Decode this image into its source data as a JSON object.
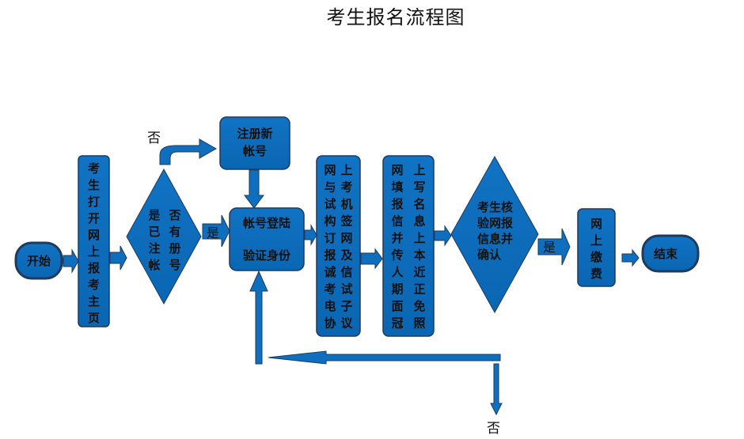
{
  "title": "考生报名流程图",
  "colors": {
    "fill": "#0D6FBE",
    "stroke": "#1F3A5C",
    "text": "#111111"
  },
  "nodes": {
    "start": {
      "label": "开始"
    },
    "homepage": {
      "chars": [
        "考",
        "生",
        "打",
        "开",
        "网",
        "上",
        "报",
        "考",
        "主",
        "页"
      ]
    },
    "check_registered": {
      "col_left": [
        "是",
        "已",
        "注",
        "帐"
      ],
      "col_right": [
        "否",
        "有",
        "册",
        "号"
      ]
    },
    "register": {
      "line1": "注册新",
      "line2": "帐号"
    },
    "login": {
      "line1": "帐号登陆",
      "line2": "验证身份"
    },
    "sign_agreement": {
      "col_left": [
        "网",
        "与",
        "试",
        "构",
        "订",
        "报",
        "诚",
        "考",
        "电",
        "协"
      ],
      "col_right": [
        "上",
        "考",
        "机",
        "签",
        "网",
        "及",
        "信",
        "试",
        "子",
        "议"
      ]
    },
    "fill_info": {
      "col_left": [
        "网",
        "填",
        "报",
        "信",
        "并",
        "传",
        "人",
        "期",
        "面",
        "冠"
      ],
      "col_right": [
        "上",
        "写",
        "名",
        "息",
        "上",
        "本",
        "近",
        "正",
        "免",
        "照"
      ]
    },
    "verify_info": {
      "lines": [
        "考生核",
        "验网报",
        "信息并",
        "确认"
      ]
    },
    "pay": {
      "chars": [
        "网",
        "上",
        "缴",
        "费"
      ]
    },
    "end": {
      "label": "结束"
    }
  },
  "edges": {
    "no_register": "否",
    "yes_login": "是",
    "yes_pay": "是",
    "no_bottom": "否"
  }
}
